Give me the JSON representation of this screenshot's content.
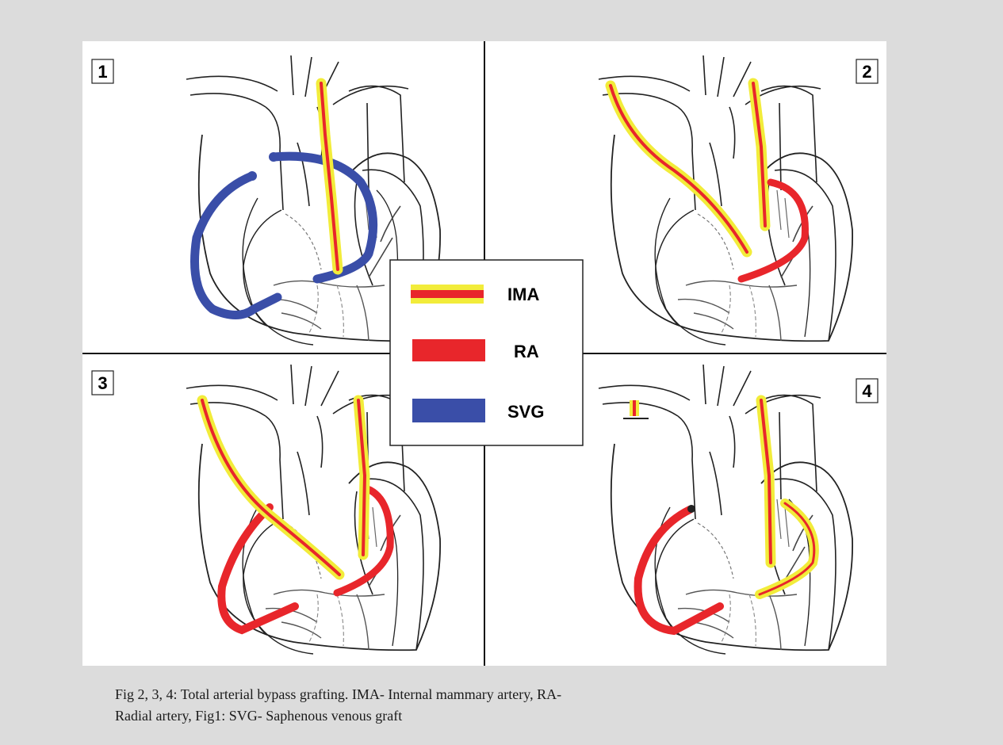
{
  "panels": [
    {
      "number": "1"
    },
    {
      "number": "2"
    },
    {
      "number": "3"
    },
    {
      "number": "4"
    }
  ],
  "legend": {
    "items": [
      {
        "label": "IMA",
        "type": "ima"
      },
      {
        "label": "RA",
        "type": "ra"
      },
      {
        "label": "SVG",
        "type": "svg"
      }
    ]
  },
  "colors": {
    "ima_outer": "#f2ec3a",
    "ima_inner": "#e8262b",
    "ra": "#e8262b",
    "svg": "#3a4ea8",
    "background": "#dcdcdc"
  },
  "caption": {
    "line1": "Fig 2, 3, 4: Total arterial bypass grafting. IMA- Internal mammary artery, RA-",
    "line2": "Radial artery, Fig1: SVG- Saphenous venous graft"
  }
}
